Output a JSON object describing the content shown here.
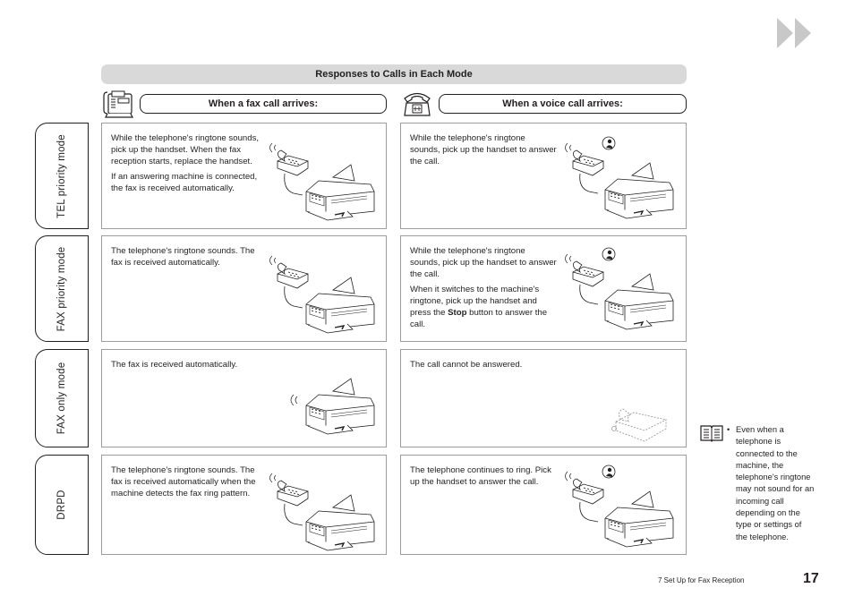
{
  "section_title": "Responses to Calls in Each Mode",
  "columns": [
    {
      "heading": "When a fax call arrives:",
      "icon": "fax-machine-icon"
    },
    {
      "heading": "When a voice call arrives:",
      "icon": "telephone-icon"
    }
  ],
  "modes": [
    {
      "label": "TEL priority mode"
    },
    {
      "label": "FAX priority mode"
    },
    {
      "label": "FAX only mode"
    },
    {
      "label": "DRPD"
    }
  ],
  "cells": {
    "tel_fax": [
      "While the telephone's ringtone sounds, pick up the handset. When the fax reception starts, replace the handset.",
      "If an answering machine is connected, the fax is received automatically."
    ],
    "tel_voice": [
      "While the telephone's ringtone sounds, pick up the handset to answer the call."
    ],
    "faxprio_fax": [
      "The telephone's ringtone sounds. The fax is received automatically."
    ],
    "faxprio_voice_1": "While the telephone's ringtone sounds, pick up the handset to answer the call.",
    "faxprio_voice_2_before": "When it switches to the machine's ringtone, pick up the handset and press the ",
    "faxprio_voice_2_bold": "Stop",
    "faxprio_voice_2_after": " button to answer the call.",
    "faxonly_fax": [
      "The fax is received automatically."
    ],
    "faxonly_voice": [
      "The call cannot be answered."
    ],
    "drpd_fax": [
      "The telephone's ringtone sounds. The fax is received automatically when the machine detects the fax ring pattern."
    ],
    "drpd_voice": [
      "The telephone continues to ring. Pick up the handset to answer the call."
    ]
  },
  "note": {
    "icon": "note-book-icon",
    "bullet": "•",
    "text": "Even when a telephone is connected to the machine, the telephone's ringtone may not sound for an incoming call depending on the type or settings of the telephone."
  },
  "footer": {
    "section": "7  Set Up for Fax Reception",
    "page": "17"
  }
}
